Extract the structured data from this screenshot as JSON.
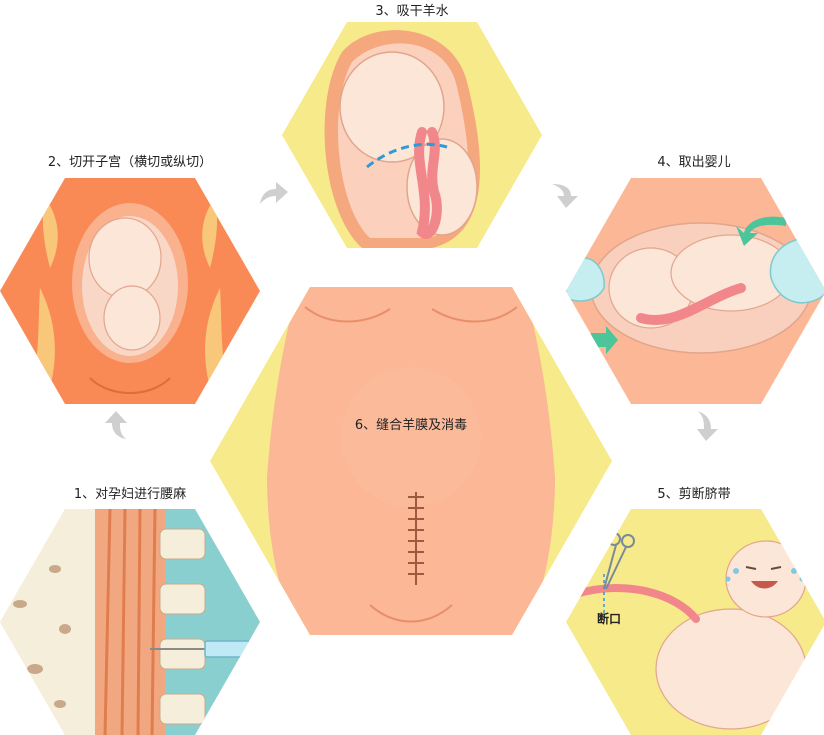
{
  "steps": [
    {
      "label": "1、对孕妇进行腰麻"
    },
    {
      "label": "2、切开子宫（横切或纵切）"
    },
    {
      "label": "3、吸干羊水"
    },
    {
      "label": "4、取出婴儿"
    },
    {
      "label": "5、剪断脐带"
    },
    {
      "label": "6、缝合羊膜及消毒"
    }
  ],
  "cut_label": "断口",
  "colors": {
    "hex_yellow": "#f7ea8a",
    "skin": "#fbb796",
    "orange": "#f98a56",
    "uterus_pink": "#f9d0be",
    "baby": "#fbe3d4",
    "cord": "#f1878a",
    "teal": "#8acfd0",
    "arrow_gray": "#cfcfcf"
  }
}
